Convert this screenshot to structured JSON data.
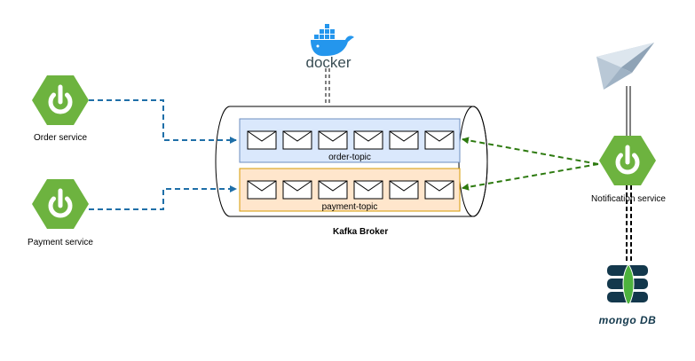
{
  "services": {
    "order": "Order service",
    "payment": "Payment service",
    "notification": "Notification service"
  },
  "broker": {
    "label": "Kafka Broker",
    "topics": [
      {
        "name": "order-topic",
        "messages": 6
      },
      {
        "name": "payment-topic",
        "messages": 6
      }
    ]
  },
  "logos": {
    "docker": "docker",
    "mongodb": "mongo DB"
  },
  "icons": {
    "service": "spring-power-icon",
    "email": "paper-plane-icon",
    "message": "envelope-icon",
    "container": "docker-whale-icon",
    "database": "mongodb-leaf-icon"
  },
  "colors": {
    "spring_green": "#6db33f",
    "producer_arrow": "#1f6fa8",
    "consumer_arrow": "#2d7a0f",
    "order_topic_fill": "#dae8fc",
    "order_topic_stroke": "#6c8ebf",
    "payment_topic_fill": "#ffe6cc",
    "payment_topic_stroke": "#d79b00",
    "docker_blue": "#2496ed",
    "mongo_navy": "#13384c",
    "mongo_green": "#4db33d"
  }
}
